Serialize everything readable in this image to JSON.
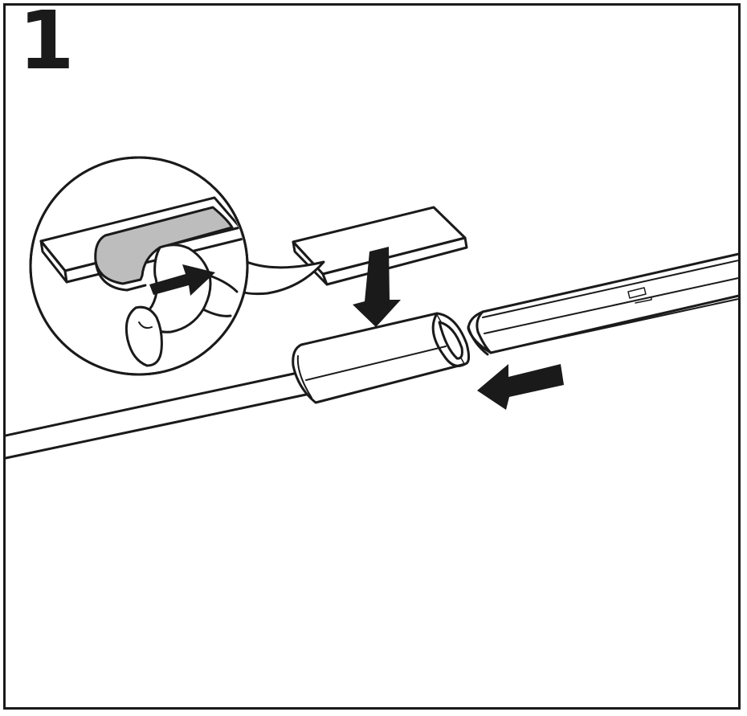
{
  "step": {
    "number": "1"
  },
  "illustration": {
    "parts": [
      "detail-magnifier",
      "adhesive-pad-detail",
      "peel-arrow",
      "adhesive-pad",
      "press-down-arrow",
      "connector",
      "light-strip",
      "slide-left-arrow",
      "cable"
    ]
  },
  "colors": {
    "line": "#1a1a1a",
    "fill": "#ffffff",
    "backing_tape": "#bdbdbd"
  }
}
